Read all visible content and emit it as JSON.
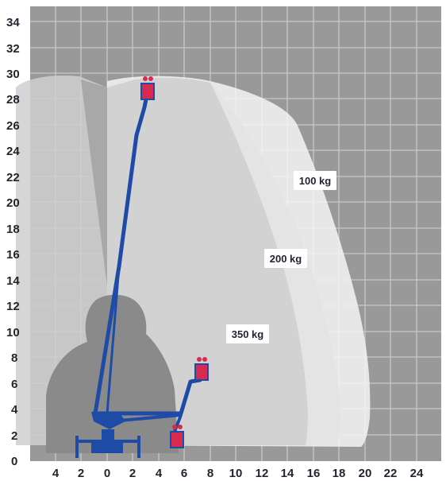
{
  "diagram": {
    "y_ticks": [
      "34",
      "32",
      "30",
      "28",
      "26",
      "24",
      "22",
      "20",
      "18",
      "16",
      "14",
      "12",
      "10",
      "8",
      "6",
      "4",
      "2",
      "0"
    ],
    "x_ticks": [
      "4",
      "2",
      "0",
      "2",
      "4",
      "6",
      "8",
      "10",
      "12",
      "14",
      "16",
      "18",
      "20",
      "22",
      "24"
    ],
    "load_zones": [
      {
        "name": "zone-100kg",
        "label": "100 kg"
      },
      {
        "name": "zone-200kg",
        "label": "200 kg"
      },
      {
        "name": "zone-350kg",
        "label": "350 kg"
      }
    ]
  },
  "colors": {
    "background": "#999999",
    "grid": "#c8c8c8",
    "zone_100": "#f4f4f4",
    "zone_200": "#e3e3e3",
    "zone_350": "#cfcfcf",
    "vehicle_silhouette": "#8a8a8a",
    "boom": "#1e4ba6",
    "basket": "#d62a4e"
  }
}
